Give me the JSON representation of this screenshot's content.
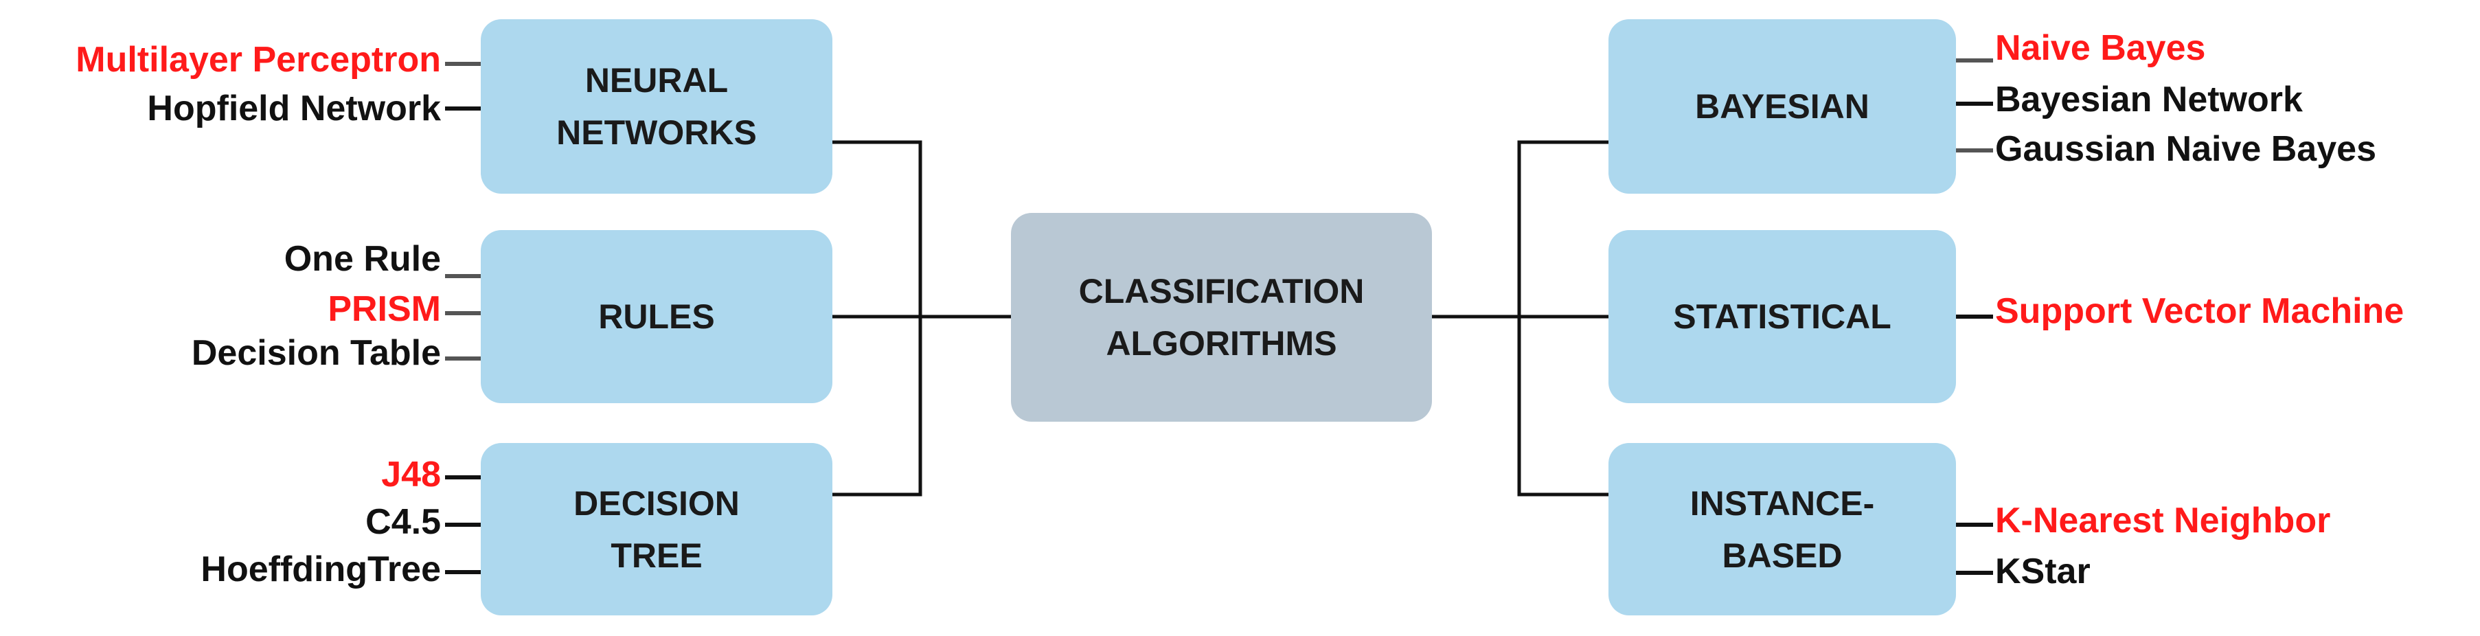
{
  "colors": {
    "category_box": "#add8ee",
    "center_box": "#b9c8d4",
    "highlight_text": "#ff1a1a",
    "normal_text": "#111111",
    "connector_line": "#111111",
    "leaf_tick": "#555555"
  },
  "center": {
    "lines": [
      "CLASSIFICATION",
      "ALGORITHMS"
    ]
  },
  "categories": {
    "neural_networks": {
      "lines": [
        "NEURAL",
        "NETWORKS"
      ],
      "items": [
        {
          "label": "Multilayer Perceptron",
          "highlight": true
        },
        {
          "label": "Hopfield Network",
          "highlight": false
        }
      ]
    },
    "rules": {
      "lines": [
        "RULES"
      ],
      "items": [
        {
          "label": "One Rule",
          "highlight": false
        },
        {
          "label": "PRISM",
          "highlight": true
        },
        {
          "label": "Decision Table",
          "highlight": false
        }
      ]
    },
    "decision_tree": {
      "lines": [
        "DECISION",
        "TREE"
      ],
      "items": [
        {
          "label": "J48",
          "highlight": true
        },
        {
          "label": "C4.5",
          "highlight": false
        },
        {
          "label": "HoeffdingTree",
          "highlight": false
        }
      ]
    },
    "bayesian": {
      "lines": [
        "BAYESIAN"
      ],
      "items": [
        {
          "label": "Naive Bayes",
          "highlight": true
        },
        {
          "label": "Bayesian Network",
          "highlight": false
        },
        {
          "label": "Gaussian Naive Bayes",
          "highlight": false
        }
      ]
    },
    "statistical": {
      "lines": [
        "STATISTICAL"
      ],
      "items": [
        {
          "label": "Support Vector Machine",
          "highlight": true
        }
      ]
    },
    "instance_based": {
      "lines": [
        "INSTANCE-",
        "BASED"
      ],
      "items": [
        {
          "label": "K-Nearest Neighbor",
          "highlight": true
        },
        {
          "label": "KStar",
          "highlight": false
        }
      ]
    }
  }
}
